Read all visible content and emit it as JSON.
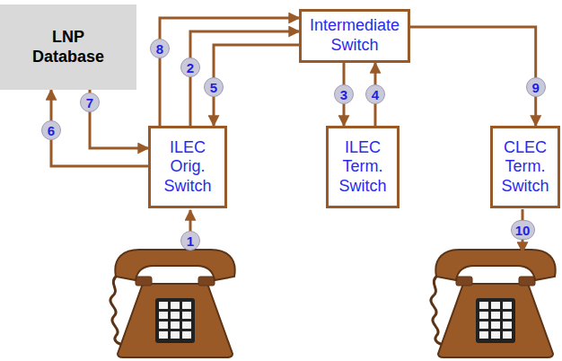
{
  "diagram": {
    "nodes": [
      {
        "text": [
          "LNP Database"
        ]
      },
      {
        "text": [
          "Intermediate Switch"
        ]
      },
      {
        "text": [
          "ILEC Orig. Switch"
        ]
      },
      {
        "text": [
          "ILEC Term. Switch"
        ]
      },
      {
        "text": [
          "CLEC Term. Switch"
        ]
      }
    ],
    "edges": [
      {
        "from": 2,
        "to": 1,
        "arrow": "to",
        "label": "2"
      },
      {
        "from": 1,
        "to": 3,
        "arrow": "to",
        "label": "3"
      },
      {
        "from": 3,
        "to": 1,
        "arrow": "to",
        "label": "4"
      },
      {
        "from": 1,
        "to": 2,
        "arrow": "to",
        "label": "5"
      },
      {
        "from": 2,
        "to": 0,
        "arrow": "to",
        "label": "6"
      },
      {
        "from": 0,
        "to": 2,
        "arrow": "to",
        "label": "7"
      },
      {
        "from": 2,
        "to": 1,
        "arrow": "to",
        "label": "8"
      },
      {
        "from": 1,
        "to": 4,
        "arrow": "to",
        "label": "9"
      }
    ],
    "labels": [
      "1",
      "10"
    ]
  }
}
